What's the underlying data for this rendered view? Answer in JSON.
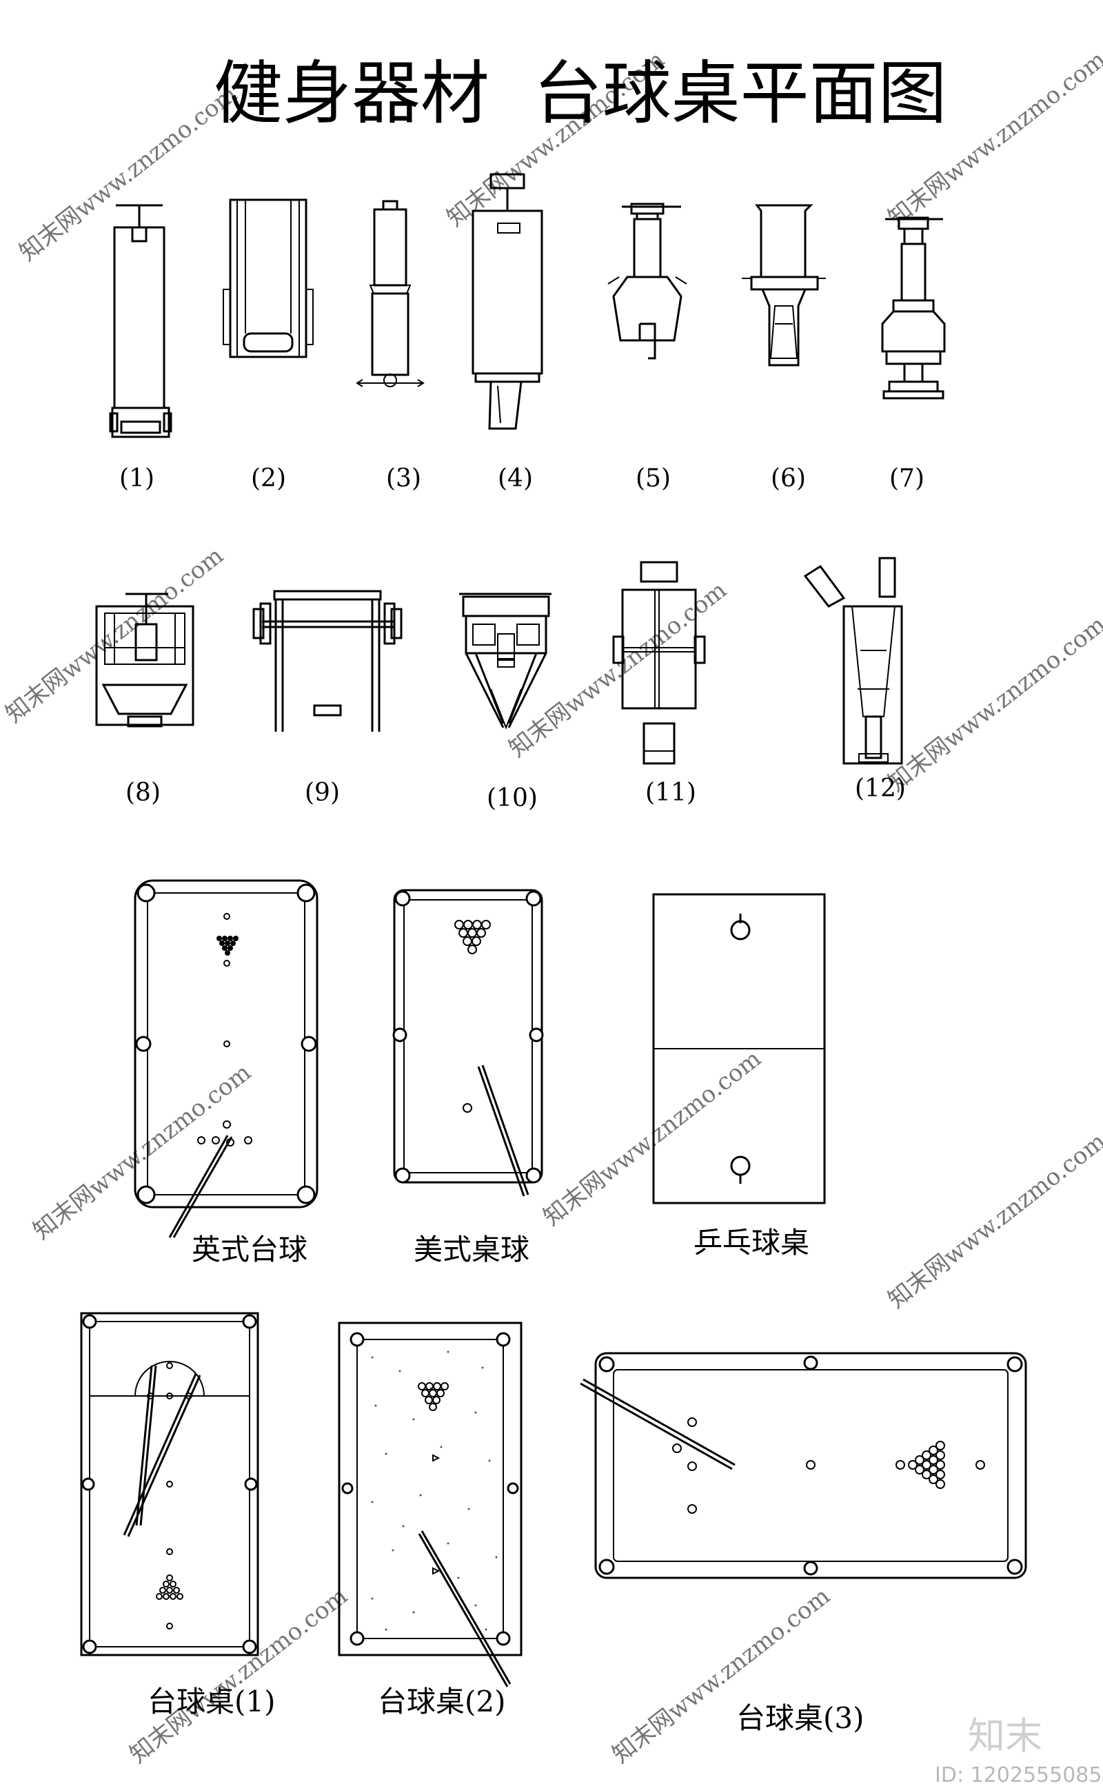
{
  "title": "健身器材  台球桌平面图",
  "equipment_labels": [
    "(1)",
    "(2)",
    "(3)",
    "(4)",
    "(5)",
    "(6)",
    "(7)",
    "(8)",
    "(9)",
    "(10)",
    "(11)",
    "(12)"
  ],
  "table_labels": {
    "english_billiards": "英式台球",
    "american_pool": "美式桌球",
    "ping_pong": "乒乓球桌",
    "billiard_1": "台球桌(1)",
    "billiard_2": "台球桌(2)",
    "billiard_3": "台球桌(3)"
  },
  "watermark": {
    "brand": "知末",
    "id": "ID: 1202555085",
    "pattern_text": "知末网www.znzmo.com"
  }
}
